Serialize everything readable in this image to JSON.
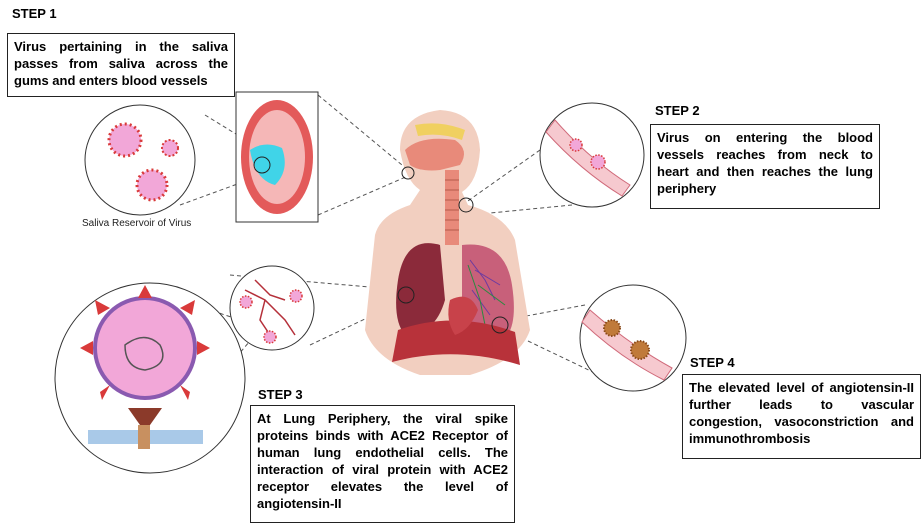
{
  "step1": {
    "title": "STEP 1",
    "text": "Virus pertaining in the saliva passes from saliva across the gums and enters blood vessels",
    "caption": "Saliva Reservoir of Virus"
  },
  "step2": {
    "title": "STEP 2",
    "text": "Virus on entering the blood vessels reaches from neck to heart and then reaches the lung periphery"
  },
  "step3": {
    "title": "STEP 3",
    "text": "At Lung Periphery, the viral spike proteins binds with ACE2 Receptor of human lung endothelial cells. The interaction of viral protein with ACE2 receptor elevates the level of angiotensin-II"
  },
  "step4": {
    "title": "STEP 4",
    "text": "The elevated level of angiotensin-II further leads to vascular congestion, vasoconstriction and immunothrombosis"
  },
  "colors": {
    "skin": "#f2cfc0",
    "lung_dark": "#8b2a3a",
    "lung_light": "#c8607a",
    "virus_body": "#f2a7d8",
    "spike": "#d93a3a",
    "vessel": "#f6c9cf",
    "saliva": "#40d4e8"
  }
}
